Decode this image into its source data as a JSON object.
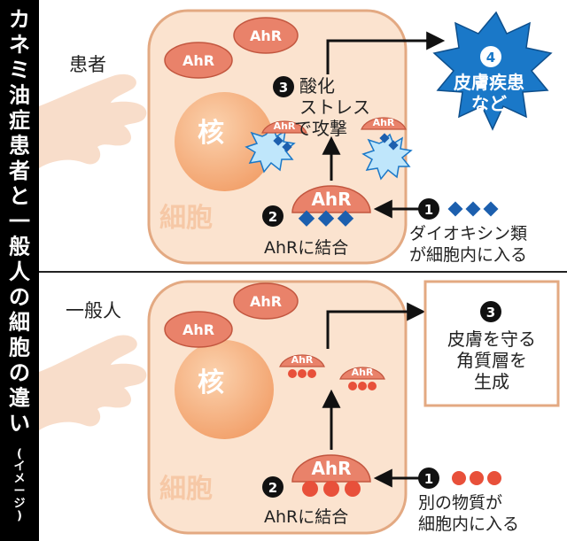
{
  "side_title": "カネミ油症患者と一般人の細胞の違い",
  "side_note": "(イメージ)",
  "patient": {
    "label": "患者",
    "nucleus": "核",
    "cell": "細胞",
    "ahr": "AhR",
    "step1_num": "1",
    "step1_line1": "ダイオキシン類",
    "step1_line2": "が細胞内に入る",
    "step2_num": "2",
    "step2_text": "AhRに結合",
    "step3_num": "3",
    "step3_line1": "酸化",
    "step3_line2": "ストレス",
    "step3_line3": "で攻撃",
    "step4_num": "4",
    "step4_line1": "皮膚疾患",
    "step4_line2": "など"
  },
  "general": {
    "label": "一般人",
    "nucleus": "核",
    "cell": "細胞",
    "ahr": "AhR",
    "step1_num": "1",
    "step1_line1": "別の物質が",
    "step1_line2": "細胞内に入る",
    "step2_num": "2",
    "step2_text": "AhRに結合",
    "step3_num": "3",
    "step3_line1": "皮膚を守る",
    "step3_line2": "角質層を",
    "step3_line3": "生成"
  },
  "colors": {
    "cell_fill": "#fbe3cf",
    "cell_stroke": "#e3a982",
    "nucleus": "#f6b07c",
    "ahr_fill": "#e9826a",
    "ahr_stroke": "#c2563f",
    "dioxin_blue": "#1c5fae",
    "other_red": "#e8503a",
    "star_blue": "#1a78c8",
    "side_bar": "#000000"
  }
}
